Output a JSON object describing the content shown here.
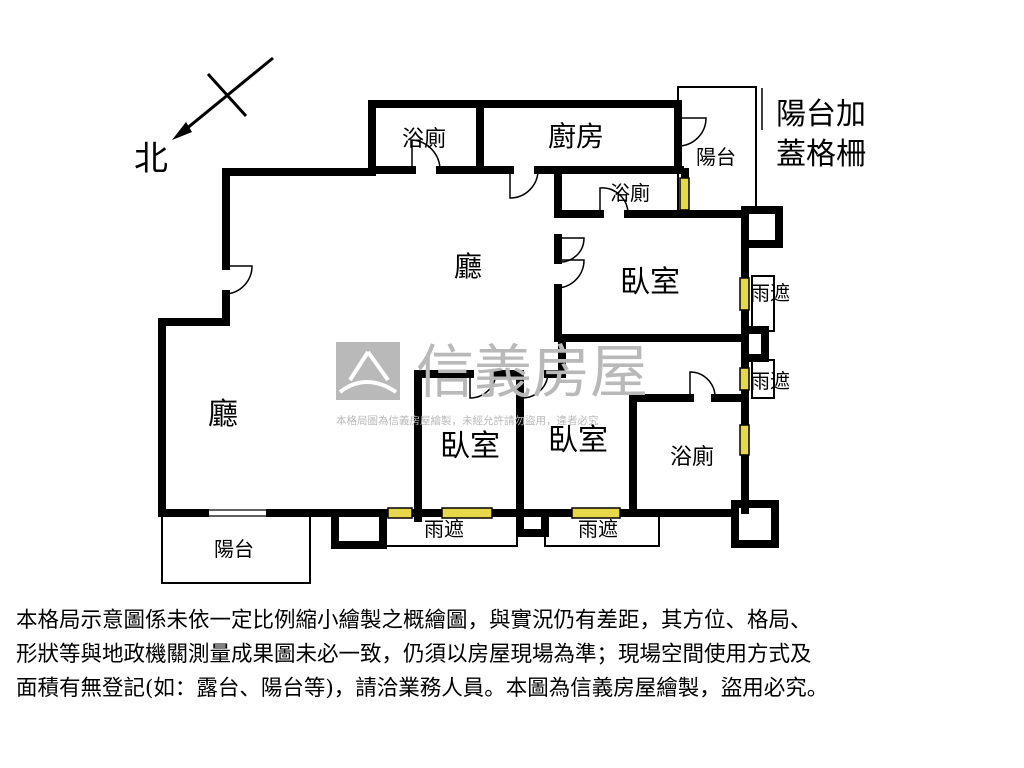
{
  "compass": {
    "north": "北"
  },
  "rooms": {
    "bath_top": "浴廁",
    "kitchen": "廚房",
    "balcony_right": "陽台",
    "bath_mid": "浴廁",
    "living_top": "廳",
    "bedroom_right": "臥室",
    "rain_cover_1": "雨遮",
    "rain_cover_2": "雨遮",
    "living_left": "廳",
    "bedroom_small": "臥室",
    "bedroom_mid": "臥室",
    "bath_bottom": "浴廁",
    "rain_cover_3": "雨遮",
    "rain_cover_4": "雨遮",
    "balcony_left": "陽台"
  },
  "annotation": {
    "line1": "陽台加",
    "line2": "蓋格柵"
  },
  "watermark": {
    "brand": "信義房屋",
    "notice": "本格局圖為信義房屋繪製，未經允許請勿盜用，違者必究",
    "color": "#b9b9b9"
  },
  "disclaimer": "本格局示意圖係未依一定比例縮小繪製之概繪圖，與實況仍有差距，其方位、格局、\n形狀等與地政機關測量成果圖未必一致，仍須以房屋現場為準；現場空間使用方式及\n面積有無登記(如：露台、陽台等)，請洽業務人員。本圖為信義房屋繪製，盜用必究。",
  "colors": {
    "wall": "#000000",
    "window": "#e6d84a",
    "watermark": "#b9b9b9"
  }
}
